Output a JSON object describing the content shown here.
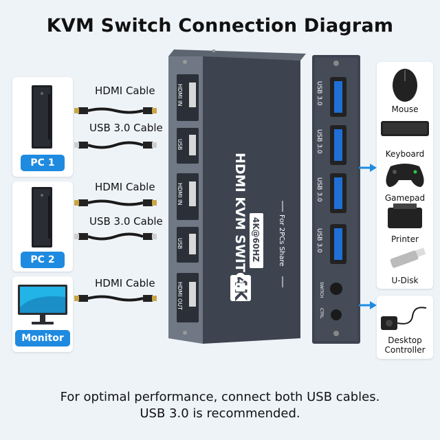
{
  "title": "KVM Switch Connection Diagram",
  "left": {
    "pc1_label": "PC 1",
    "pc2_label": "PC 2",
    "monitor_label": "Monitor",
    "cables": [
      "HDMI Cable",
      "USB 3.0 Cable",
      "HDMI Cable",
      "USB 3.0 Cable",
      "HDMI Cable"
    ]
  },
  "switch_front": {
    "product_name": "HDMI KVM SWITCH",
    "resolution": "4K@60HZ",
    "badge": "4K",
    "tagline": "For 2PCs Share",
    "port_labels": [
      "HDMI IN",
      "USB",
      "HDMI IN",
      "USB",
      "HDMI OUT"
    ]
  },
  "switch_back": {
    "usb_labels": [
      "USB 3.0",
      "USB 3.0",
      "USB 3.0",
      "USB 3.0"
    ],
    "switch_label": "SWITCH",
    "ctrl_label": "CTRL"
  },
  "devices": {
    "items": [
      "Mouse",
      "Keyboard",
      "Gamepad",
      "Printer",
      "U-Disk"
    ],
    "controller": "Desktop Controller"
  },
  "footer": {
    "line1": "For optimal performance, connect both USB cables.",
    "line2": "USB 3.0 is recommended."
  },
  "colors": {
    "accent": "#1f8be0",
    "device_body": "#3d4450"
  }
}
